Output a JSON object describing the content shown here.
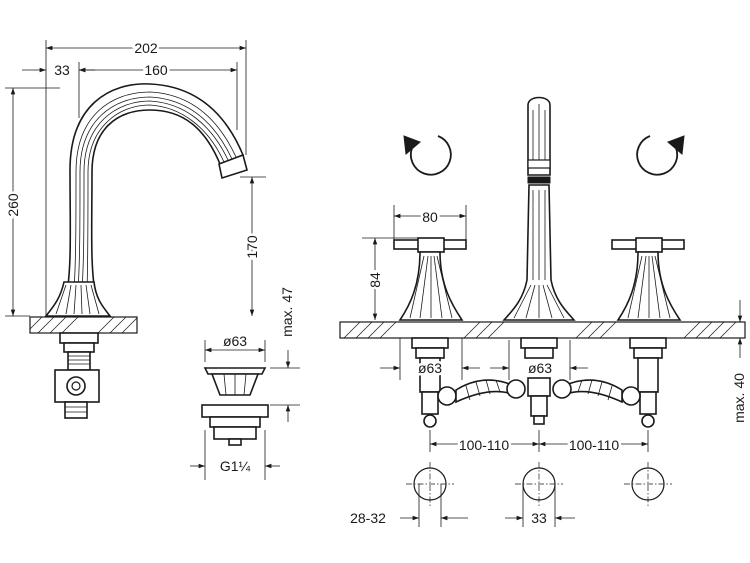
{
  "dimensions": {
    "spout_width": "202",
    "spout_offset": "33",
    "spout_reach": "160",
    "spout_height": "260",
    "outlet_height": "170",
    "drain_max_height": "max. 47",
    "drain_diameter": "ø63",
    "drain_thread": "G1¼",
    "handle_width": "80",
    "handle_height": "84",
    "left_base_diameter": "ø63",
    "center_base_diameter": "ø63",
    "spacing_left": "100-110",
    "spacing_right": "100-110",
    "max_deck_thickness": "max. 40",
    "hole_range": "28-32",
    "hole_diameter": "33"
  },
  "colors": {
    "ink": "#1a1a1a",
    "paper": "#ffffff"
  },
  "icons": {
    "left_rotation": "counterclockwise-arrow-icon",
    "right_rotation": "clockwise-arrow-icon"
  }
}
